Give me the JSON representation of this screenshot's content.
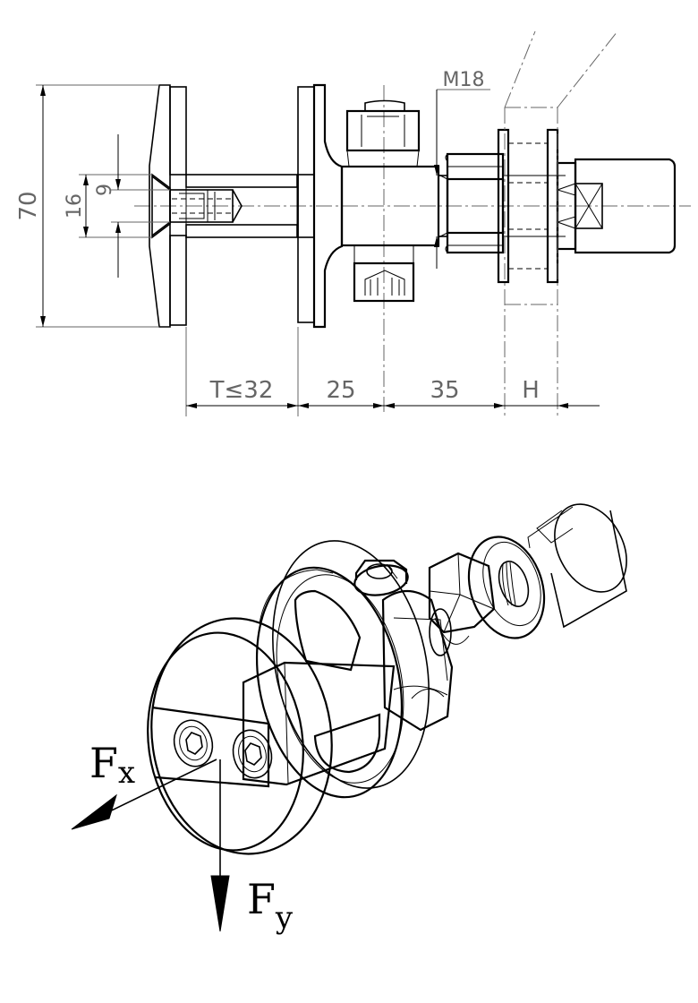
{
  "dimensions": {
    "height_overall": "70",
    "height_16": "16",
    "height_9": "9",
    "thread": "M18",
    "panel_thickness": "T≤32",
    "len_25": "25",
    "len_35": "35",
    "len_h": "H"
  },
  "forces": {
    "fx_main": "F",
    "fx_sub": "x",
    "fy_main": "F",
    "fy_sub": "y"
  }
}
